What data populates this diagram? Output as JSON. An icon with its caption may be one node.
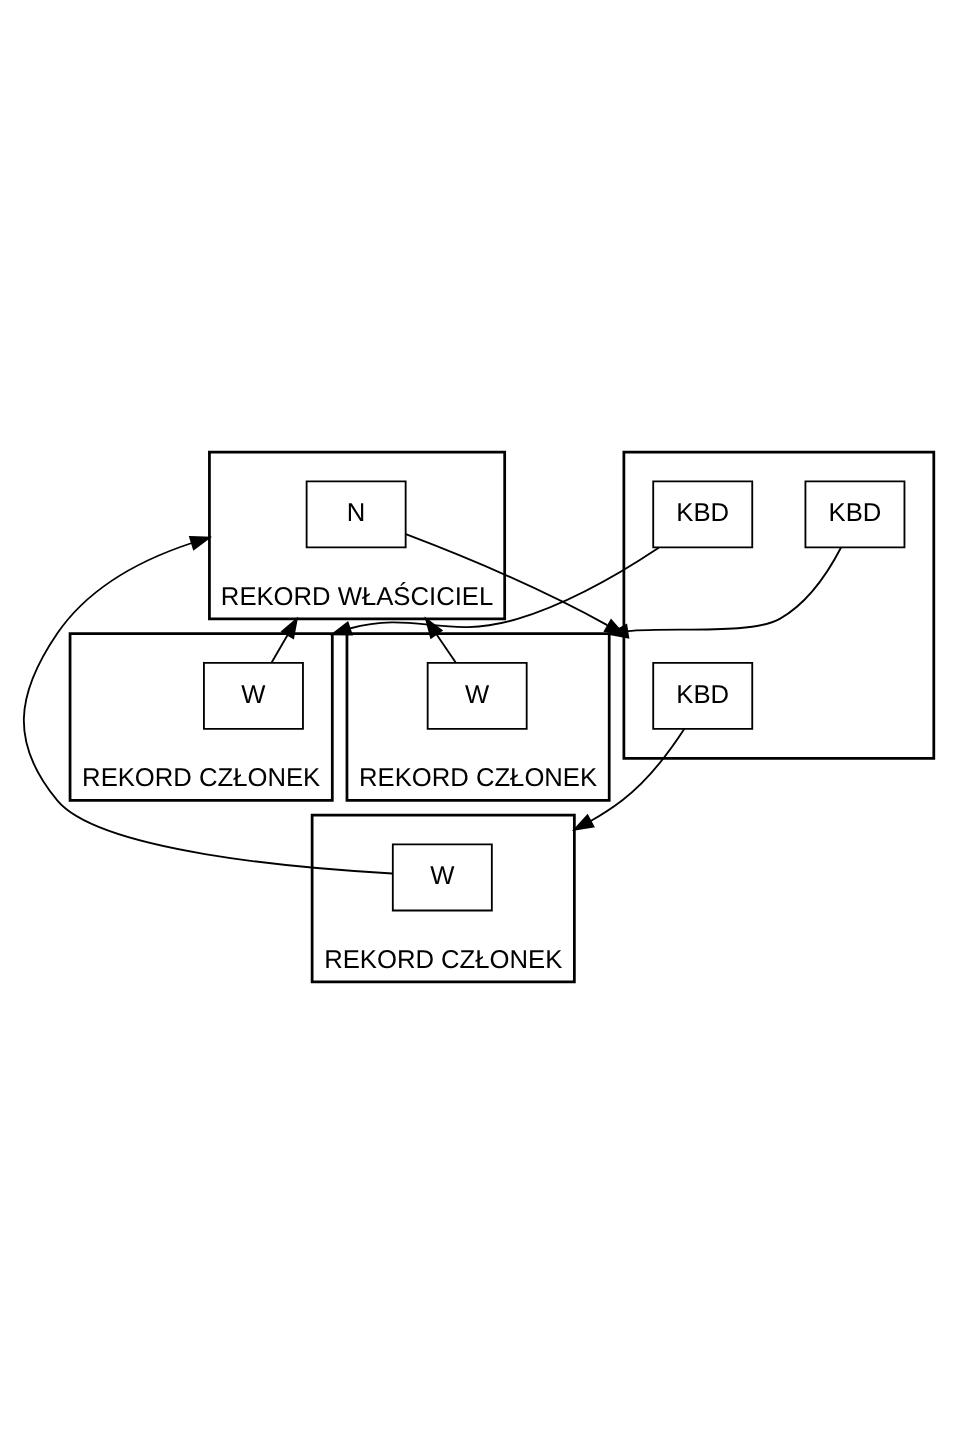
{
  "diagram": {
    "nodes": [
      {
        "text": [
          "REKORD WŁAŚCICIEL"
        ]
      },
      {
        "text": [
          "N"
        ],
        "in": 0
      },
      {
        "text": [],
        "shape": "box"
      },
      {
        "text": [
          "KBD"
        ],
        "in": 2
      },
      {
        "text": [
          "KBD"
        ],
        "in": 2
      },
      {
        "text": [
          "KBD"
        ],
        "in": 2
      },
      {
        "text": [
          "REKORD CZŁONEK"
        ]
      },
      {
        "text": [
          "W"
        ],
        "in": 6
      },
      {
        "text": [
          "REKORD CZŁONEK"
        ]
      },
      {
        "text": [
          "W"
        ],
        "in": 8
      },
      {
        "text": [
          "REKORD CZŁONEK"
        ]
      },
      {
        "text": [
          "W"
        ],
        "in": 10
      }
    ],
    "edges": [
      {
        "from": 1,
        "to": 2,
        "arrow": "to"
      },
      {
        "from": 3,
        "to": 6,
        "arrow": "to"
      },
      {
        "from": 4,
        "to": 8,
        "arrow": "to"
      },
      {
        "from": 5,
        "to": 10,
        "arrow": "to"
      },
      {
        "from": 7,
        "to": 0,
        "arrow": "to"
      },
      {
        "from": 9,
        "to": 0,
        "arrow": "to"
      },
      {
        "from": 11,
        "to": 0,
        "arrow": "to"
      }
    ]
  }
}
